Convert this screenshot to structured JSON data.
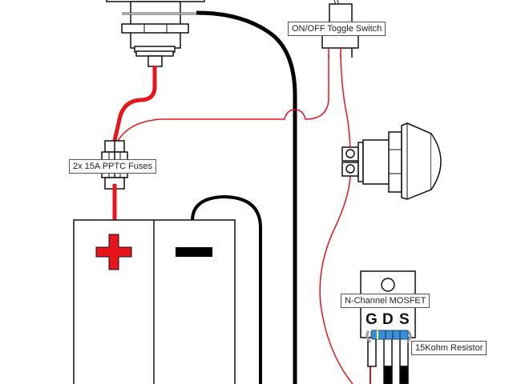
{
  "diagram": {
    "title": "",
    "colors": {
      "positive_wire": "#e8141c",
      "negative_wire": "#000000",
      "resistor_body": "#3a8fd6",
      "outline": "#111111"
    },
    "labels": {
      "switch": "ON/OFF Toggle Switch",
      "fuses": "2x 15A PPTC Fuses",
      "mosfet": "N-Channel MOSFET",
      "resistor": "15Kohm Resistor"
    },
    "battery": {
      "positive_symbol": "+",
      "negative_symbol": "−"
    },
    "mosfet_pins": [
      "G",
      "D",
      "S"
    ],
    "components": [
      {
        "name": "Panel-mount connector",
        "position": "top-center"
      },
      {
        "name": "ON/OFF Toggle Switch",
        "position": "top-right"
      },
      {
        "name": "Push button",
        "position": "middle-right"
      },
      {
        "name": "2x 15A PPTC Fuses",
        "position": "left"
      },
      {
        "name": "Battery pack",
        "position": "bottom-left"
      },
      {
        "name": "N-Channel MOSFET",
        "position": "bottom-right"
      },
      {
        "name": "15Kohm Resistor",
        "position": "bottom-right"
      }
    ]
  }
}
